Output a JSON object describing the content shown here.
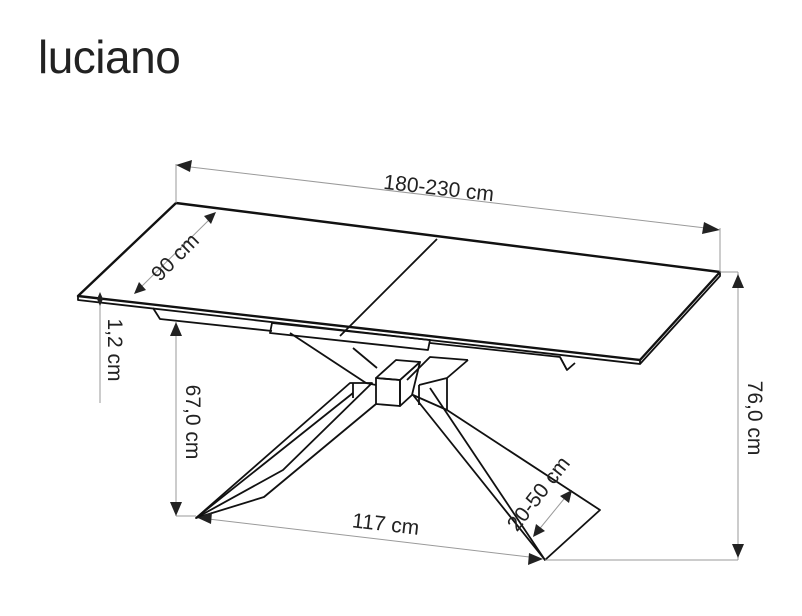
{
  "title": "luciano",
  "dimensions": {
    "length": "180-230 cm",
    "width": "90 cm",
    "top_thickness": "1,2 cm",
    "leg_clearance": "67,0 cm",
    "total_height": "76,0 cm",
    "base_span": "117 cm",
    "leg_foot": "20-50 cm"
  }
}
